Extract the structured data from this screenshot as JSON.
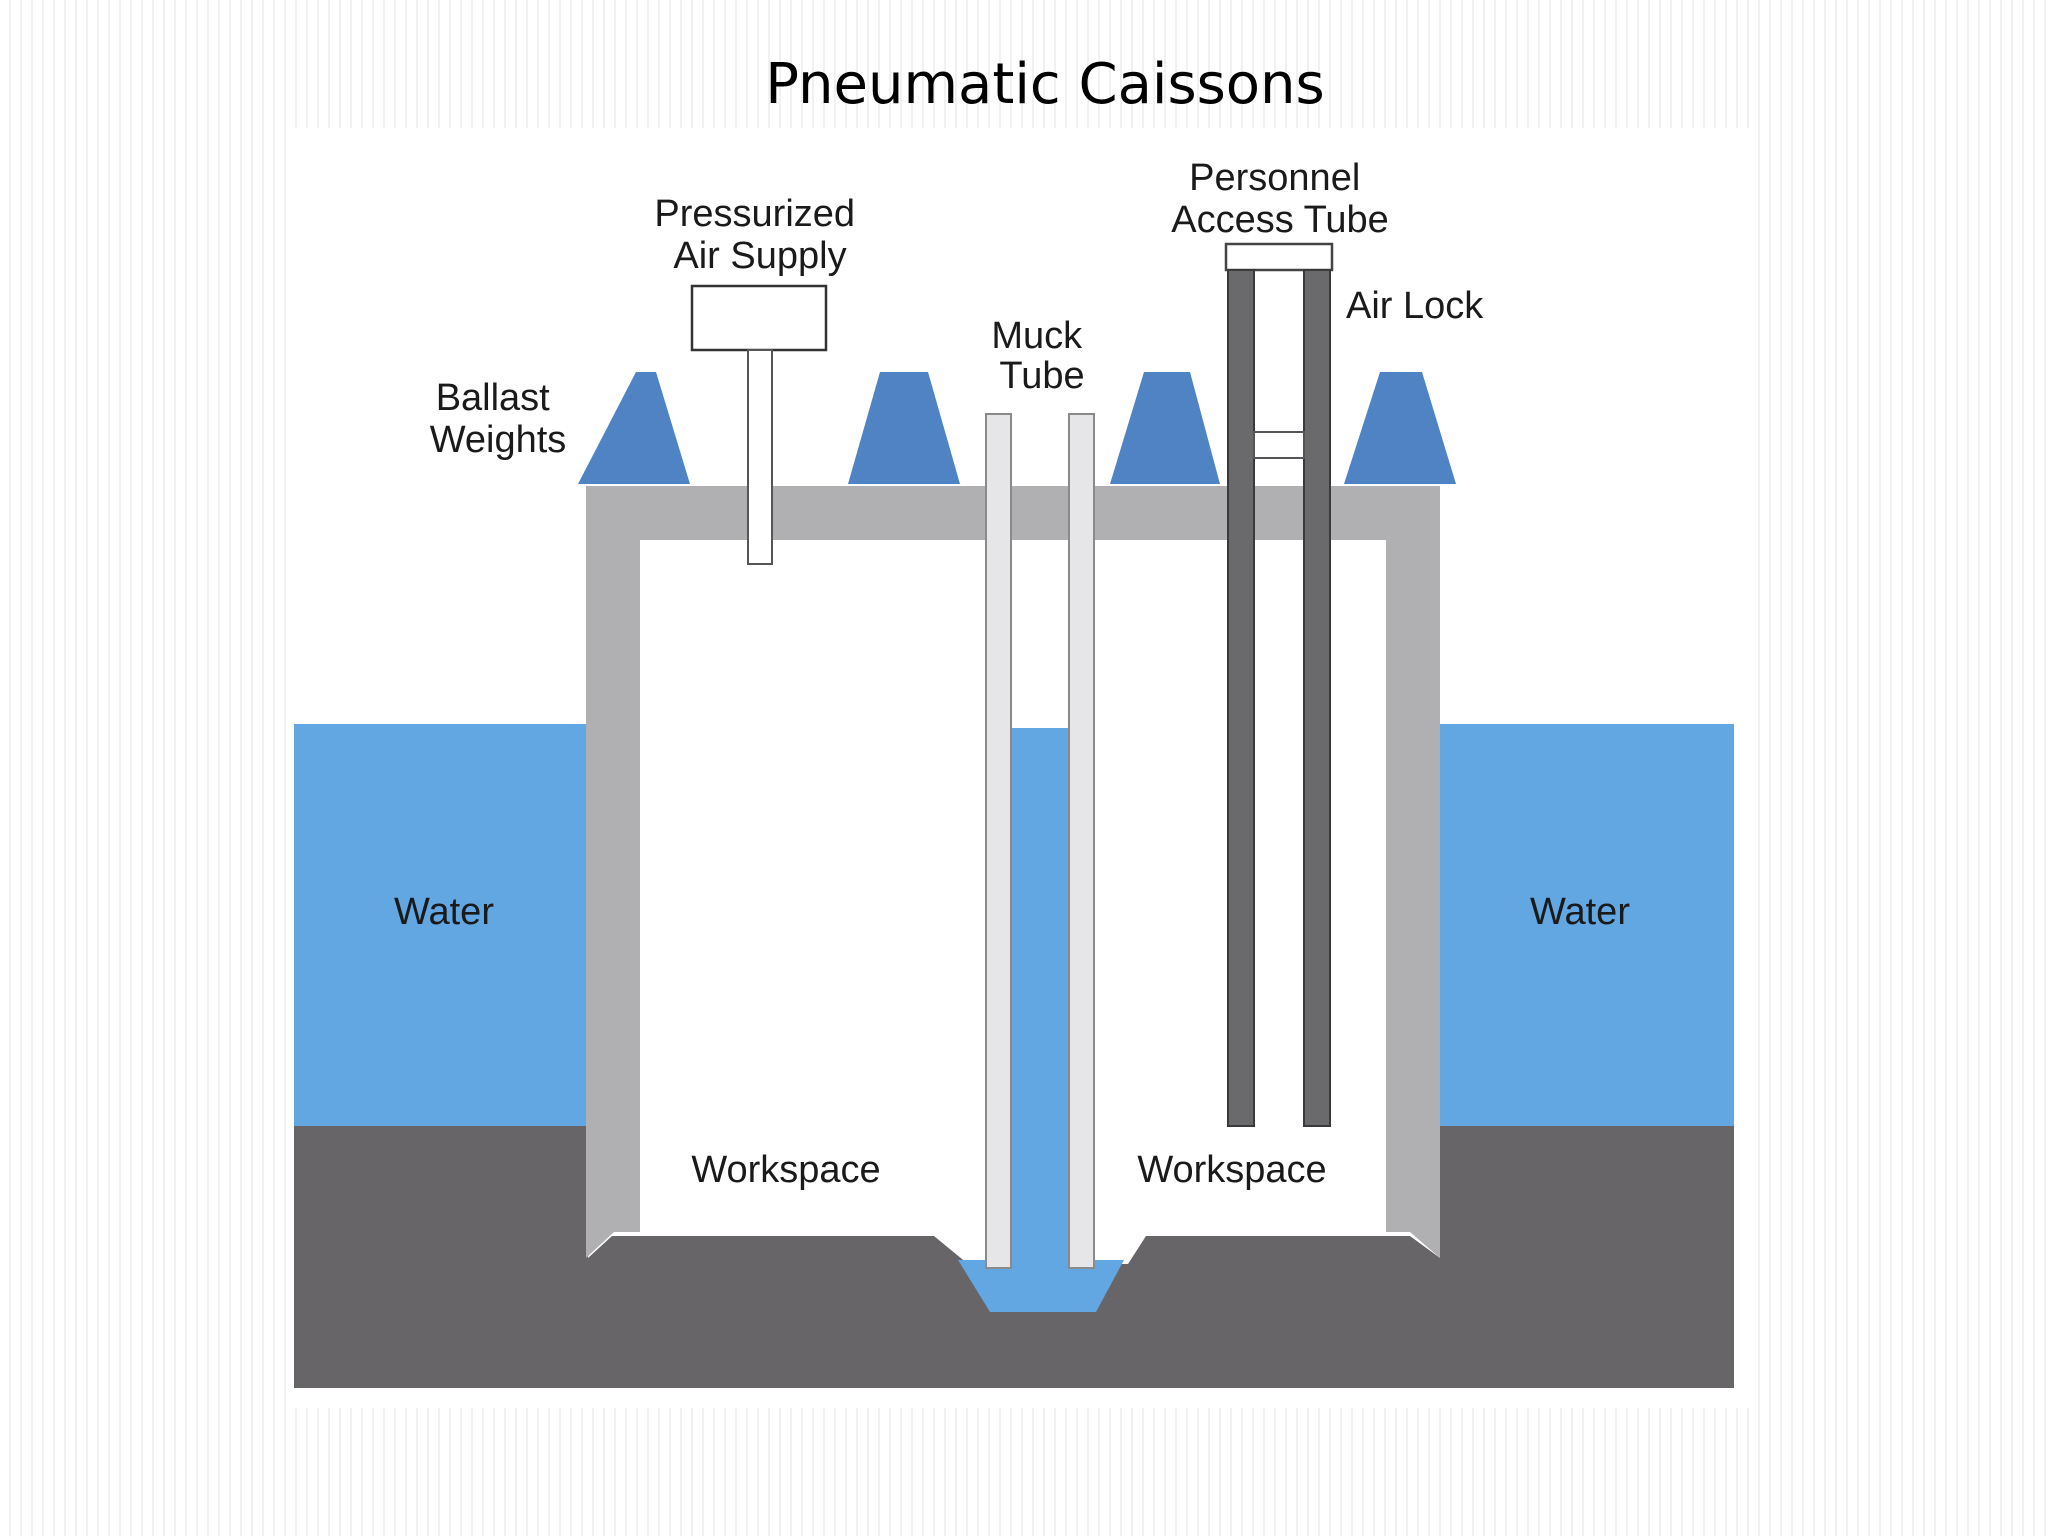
{
  "title": "Pneumatic Caissons",
  "labels": {
    "pressurized_air_supply": [
      "Pressurized",
      "Air Supply"
    ],
    "personnel_access_tube": [
      "Personnel",
      "Access Tube"
    ],
    "air_lock": "Air Lock",
    "muck_tube": [
      "Muck",
      "Tube"
    ],
    "ballast_weights": [
      "Ballast",
      "Weights"
    ],
    "water_left": "Water",
    "water_right": "Water",
    "workspace_left": "Workspace",
    "workspace_right": "Workspace"
  },
  "colors": {
    "water": "#62a6e2",
    "ballast": "#4f83c4",
    "ground": "#676567",
    "caisson_wall": "#b0b0b2",
    "airlock_tube": "#6a6a6c",
    "muck_tube": "#e6e6e8"
  }
}
